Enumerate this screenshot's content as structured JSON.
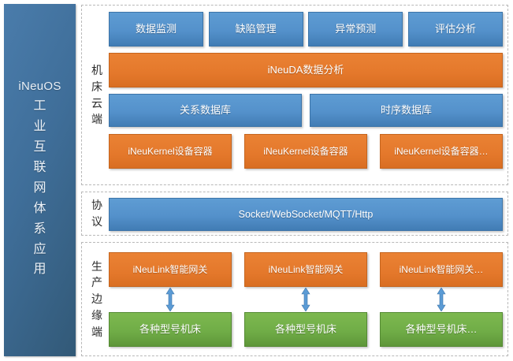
{
  "banner": {
    "brand": "iNeuOS",
    "vertical_chars": [
      "工",
      "业",
      "互",
      "联",
      "网",
      "体",
      "系",
      "应",
      "用"
    ],
    "color": "#3F6E99"
  },
  "colors": {
    "blue": "#5B9BD5",
    "orange": "#E4782B",
    "green": "#70AD47",
    "banner": "#3F6E99",
    "section_border": "#b8b8b8",
    "background": "#ffffff"
  },
  "sections": {
    "cloud": {
      "label_chars": [
        "机",
        "床",
        "云",
        "端"
      ],
      "apps": [
        {
          "label": "数据监测",
          "color": "blue"
        },
        {
          "label": "缺陷管理",
          "color": "blue"
        },
        {
          "label": "异常预测",
          "color": "blue"
        },
        {
          "label": "评估分析",
          "color": "blue"
        }
      ],
      "analysis": {
        "label": "iNeuDA数据分析",
        "color": "orange"
      },
      "databases": [
        {
          "label": "关系数据库",
          "color": "blue"
        },
        {
          "label": "时序数据库",
          "color": "blue"
        }
      ],
      "kernels": [
        {
          "label": "iNeuKernel设备容器",
          "color": "orange"
        },
        {
          "label": "iNeuKernel设备容器",
          "color": "orange"
        },
        {
          "label": "iNeuKernel设备容器…",
          "color": "orange"
        }
      ]
    },
    "protocol": {
      "label_chars": [
        "协",
        "议"
      ],
      "bar": {
        "label": "Socket/WebSocket/MQTT/Http",
        "color": "blue"
      }
    },
    "edge": {
      "label_chars": [
        "生",
        "产",
        "边",
        "缘",
        "端"
      ],
      "gateways": [
        {
          "label": "iNeuLink智能网关",
          "color": "orange"
        },
        {
          "label": "iNeuLink智能网关",
          "color": "orange"
        },
        {
          "label": "iNeuLink智能网关…",
          "color": "orange"
        }
      ],
      "machines": [
        {
          "label": "各种型号机床",
          "color": "green"
        },
        {
          "label": "各种型号机床",
          "color": "green"
        },
        {
          "label": "各种型号机床…",
          "color": "green"
        }
      ],
      "connector_count": 3,
      "connector_type": "double-headed-vertical-arrow"
    }
  }
}
